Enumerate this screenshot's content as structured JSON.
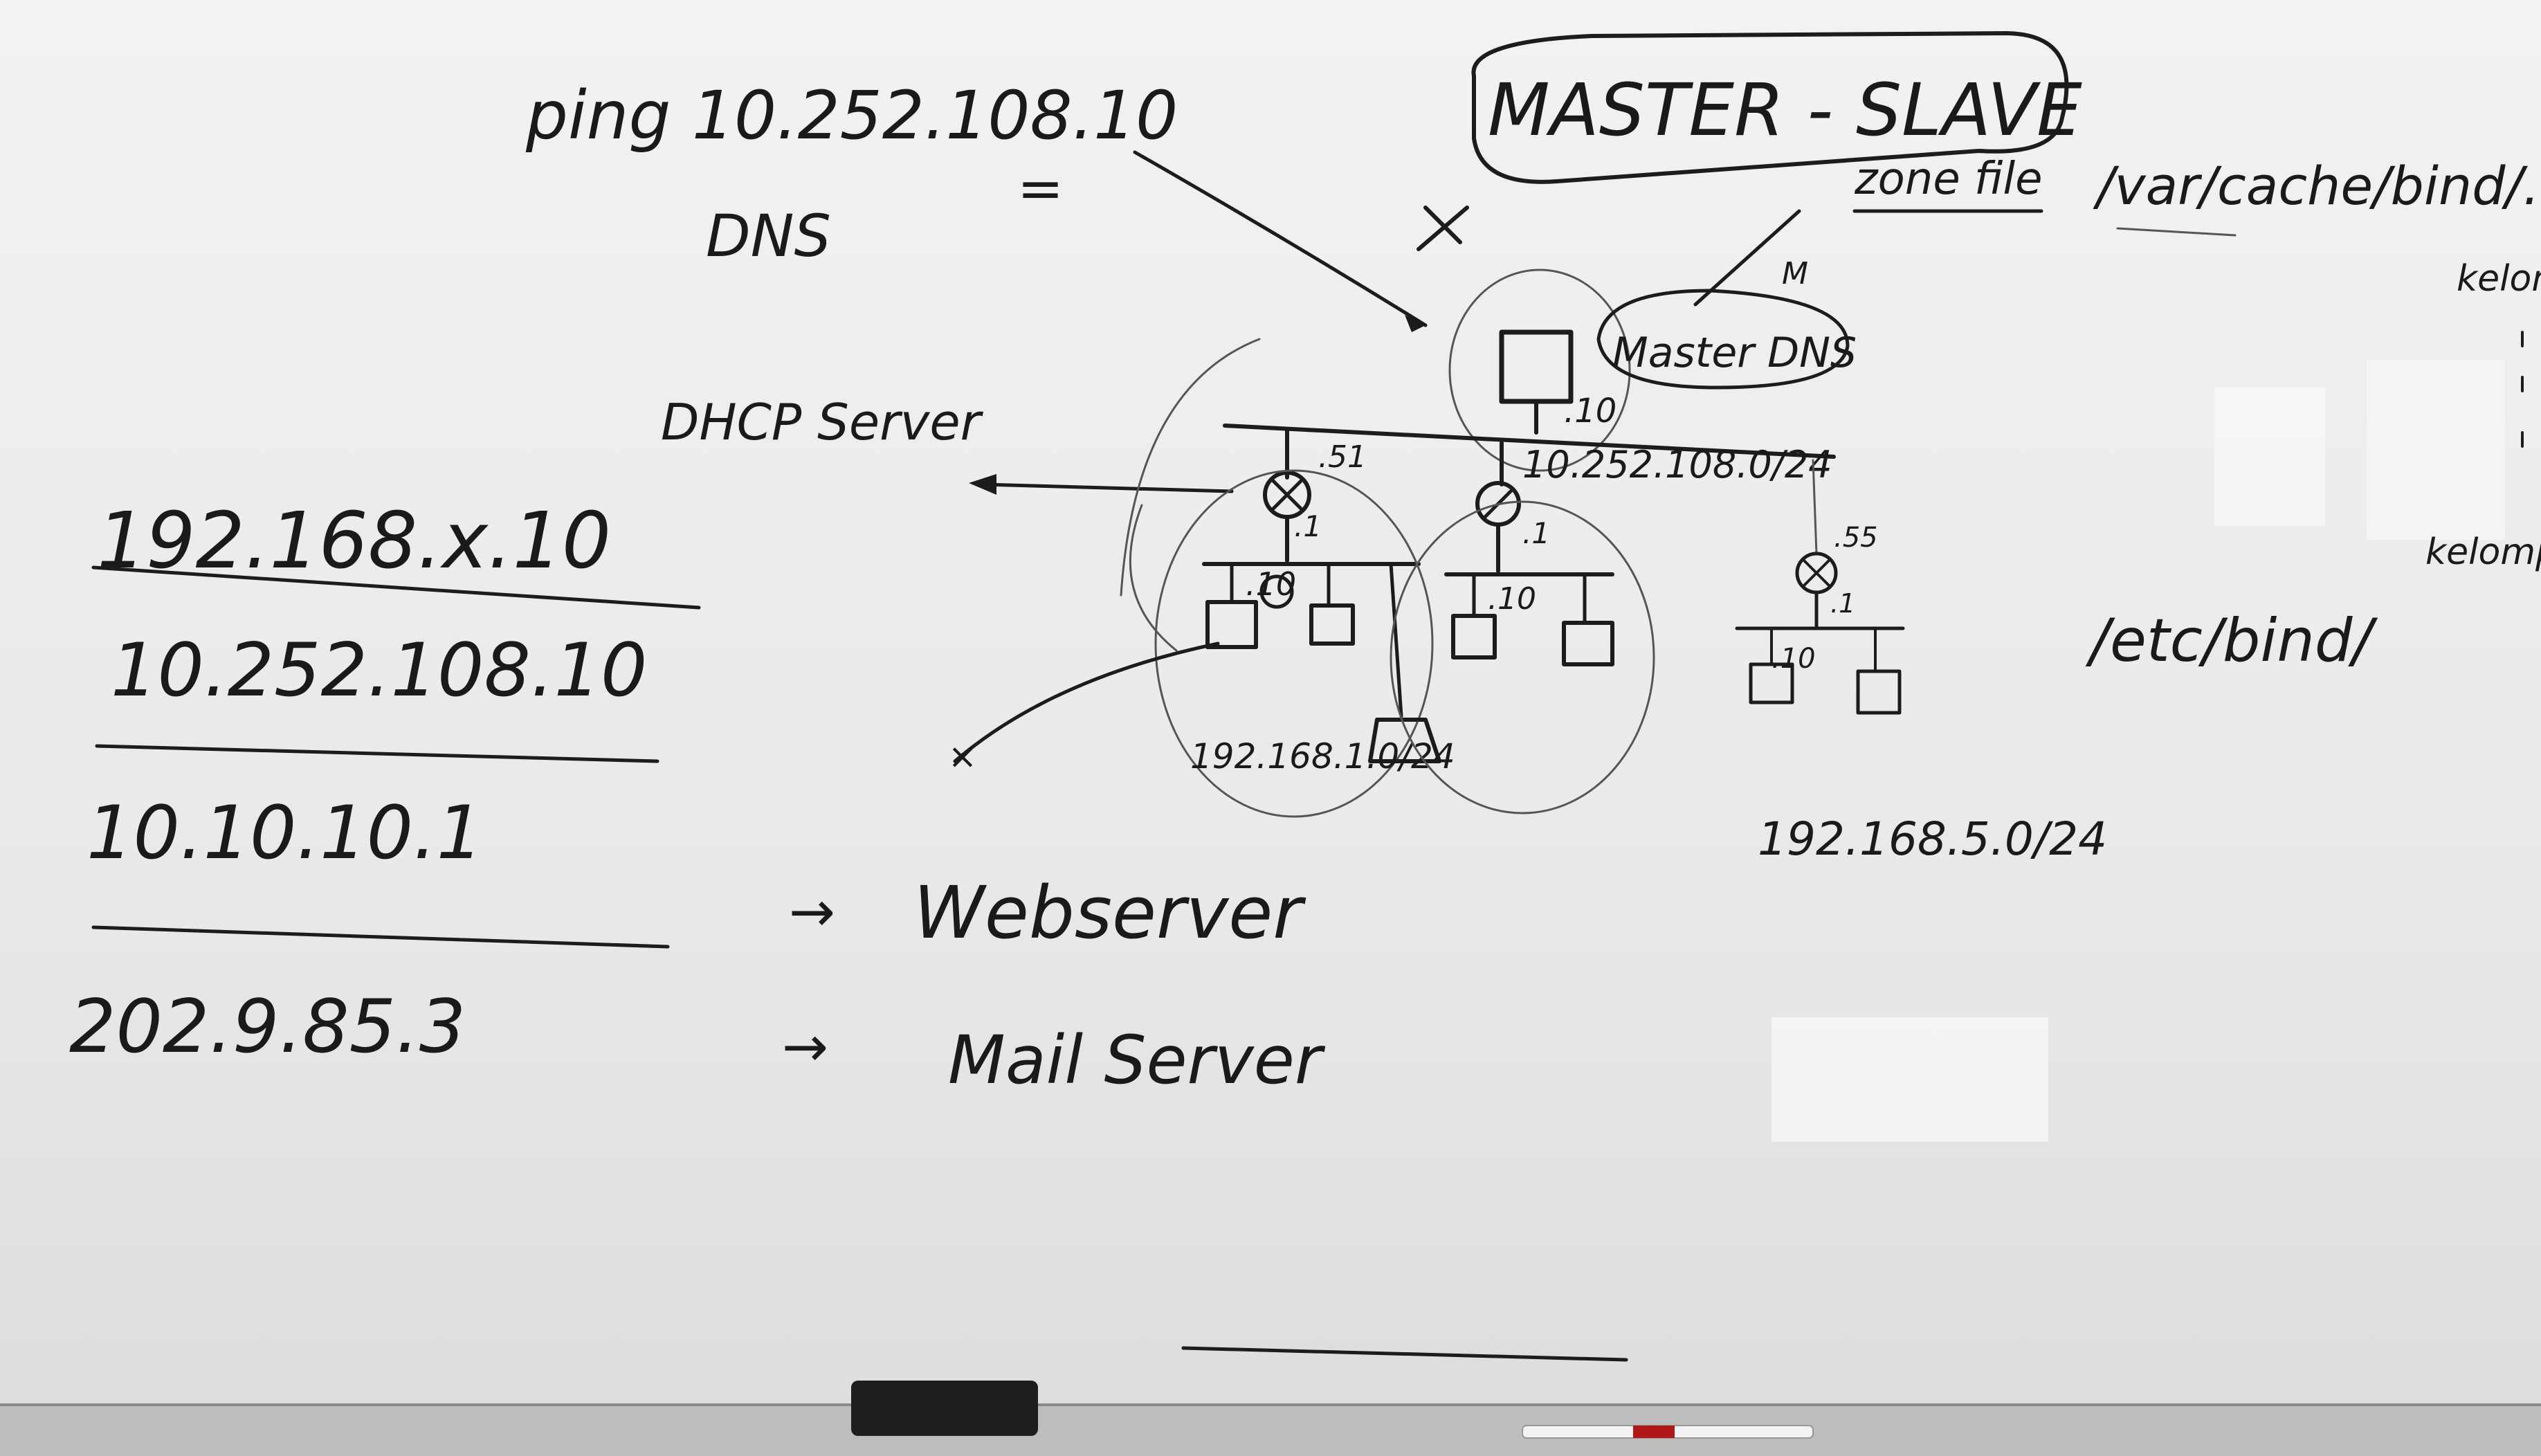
{
  "board": {
    "top_left": {
      "ping": "ping 10.252.108.10",
      "equals": "=",
      "dns": "DNS"
    },
    "master_slave": "MASTER - SLAVE",
    "zone_file": "zone file",
    "zone_path": "/var/cache/bind/...",
    "master_dns": "Master DNS",
    "m_label": "M",
    "kelompok_1": "kelom",
    "kelompok_2": "kelompo",
    "dhcp_server": "DHCP Server",
    "ip_list": [
      "192.168.x.10",
      "10.252.108.10",
      "10.10.10.1",
      "202.9.85.3"
    ],
    "webserver": "Webserver",
    "mail_server": "Mail Server",
    "arrow": "→",
    "etc_bind": "/etc/bind/",
    "network_main": "10.252.108.0/24",
    "network_1": "192.168.1.0/24",
    "network_5": "192.168.5.0/24",
    "node_labels": {
      "dns_host": ".10",
      "router_a": ".51",
      "router_a_if": ".1",
      "router_b_if": ".1",
      "router_c": ".55",
      "router_c_if": ".1",
      "host_a": ".10",
      "host_b": ".10",
      "host_c": ".10"
    }
  }
}
